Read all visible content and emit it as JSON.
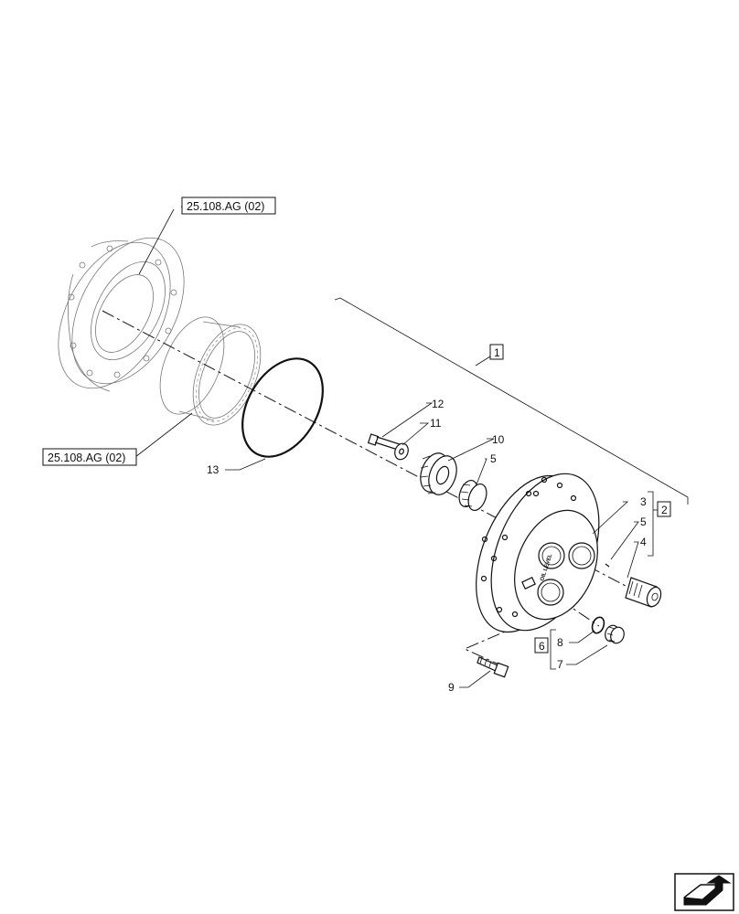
{
  "references": {
    "upper": "25.108.AG (02)",
    "lower": "25.108.AG (02)"
  },
  "callouts": [
    "12",
    "11",
    "10",
    "5",
    "13",
    "3",
    "5",
    "4",
    "8",
    "7",
    "9"
  ],
  "group_boxes": [
    "1",
    "2",
    "6"
  ],
  "housing_marking": "OIL LEVEL",
  "icons": {
    "navigation": "next-page-arrow-icon"
  }
}
